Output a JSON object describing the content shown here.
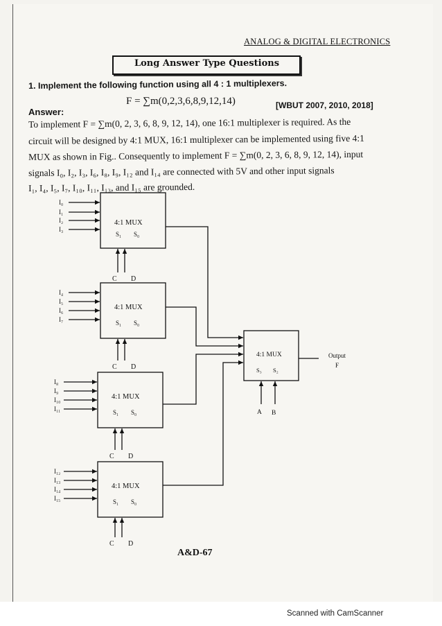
{
  "header": {
    "title": "ANALOG & DIGITAL ELECTRONICS"
  },
  "section": {
    "title": "Long Answer Type Questions"
  },
  "question": {
    "text": "1. Implement the following function using all 4 : 1 multiplexers.",
    "formula": "F = ∑m(0,2,3,6,8,9,12,14)",
    "citation": "[WBUT 2007, 2010, 2018]"
  },
  "answer": {
    "label": "Answer:",
    "lines": [
      "To implement  F = ∑m(0, 2, 3, 6, 8, 9, 12, 14), one 16:1 multiplexer is required. As the",
      "circuit will be designed by 4:1 MUX, 16:1 multiplexer can be implemented using five 4:1",
      "MUX as shown in Fig.. Consequently to implement F = ∑m(0, 2, 3, 6, 8, 9, 12, 14), input",
      "signals  I₀, I₂, I₃, I₆, I₈, I₉, I₁₂ and I₁₄ are  connected  with  5V  and  other  input  signals",
      "I₁, I₄, I₅, I₇, I₁₀, I₁₁, I₁₃, and I₁₅  are grounded."
    ]
  },
  "diagram": {
    "mux_label": "4:1 MUX",
    "select_s1": "S₁",
    "select_s0": "S₀",
    "select_c": "C",
    "select_d": "D",
    "final_s3": "S₃",
    "final_s2": "S₂",
    "final_a": "A",
    "final_b": "B",
    "output_label": "Output",
    "output_var": "F",
    "inputs": [
      "I₀",
      "I₁",
      "I₂",
      "I₃",
      "I₄",
      "I₅",
      "I₆",
      "I₇",
      "I₈",
      "I₉",
      "I₁₀",
      "I₁₁",
      "I₁₂",
      "I₁₃",
      "I₁₄",
      "I₁₅"
    ]
  },
  "footer": {
    "page_number": "A&D-67"
  },
  "scanner": {
    "text": "Scanned with CamScanner"
  }
}
